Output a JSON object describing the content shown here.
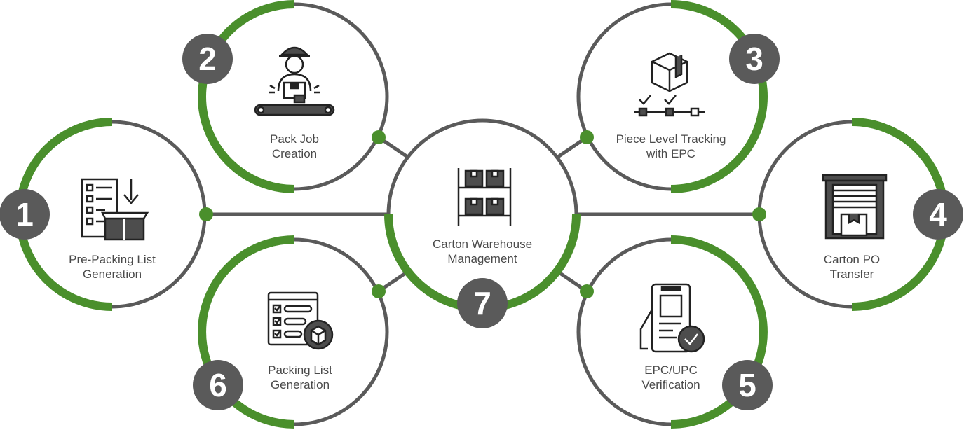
{
  "center": {
    "label_line1": "Carton Warehouse",
    "label_line2": "Management",
    "number": "7",
    "icon": "warehouse-shelf-icon"
  },
  "steps": [
    {
      "number": "1",
      "line1": "Pre-Packing List",
      "line2": "Generation",
      "icon": "checklist-box-icon"
    },
    {
      "number": "2",
      "line1": "Pack Job",
      "line2": "Creation",
      "icon": "worker-conveyor-icon"
    },
    {
      "number": "3",
      "line1": "Piece Level Tracking",
      "line2": "with EPC",
      "icon": "box-tracking-icon"
    },
    {
      "number": "4",
      "line1": "Carton PO",
      "line2": "Transfer",
      "icon": "warehouse-door-icon"
    },
    {
      "number": "5",
      "line1": "EPC/UPC",
      "line2": "Verification",
      "icon": "phone-verification-icon"
    },
    {
      "number": "6",
      "line1": "Packing List",
      "line2": "Generation",
      "icon": "packing-list-icon"
    }
  ],
  "colors": {
    "green": "#4a8f2c",
    "gray": "#5a5a5a",
    "text": "#4a4a4a"
  }
}
